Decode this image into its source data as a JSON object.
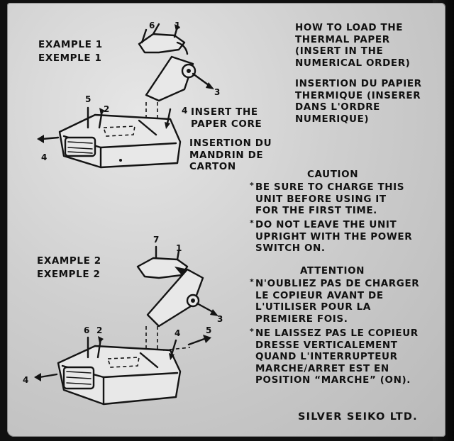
{
  "example1": {
    "label_en": "EXAMPLE 1",
    "label_fr": "EXEMPLE 1"
  },
  "example2": {
    "label_en": "EXAMPLE 2",
    "label_fr": "EXEMPLE 2"
  },
  "howto_en": [
    "HOW TO LOAD THE",
    "THERMAL PAPER",
    "(INSERT IN THE",
    "NUMERICAL ORDER)"
  ],
  "howto_fr": [
    "INSERTION DU PAPIER",
    "THERMIQUE (INSERER",
    "DANS L'ORDRE",
    "NUMERIQUE)"
  ],
  "core_en": [
    "INSERT THE",
    "PAPER CORE"
  ],
  "core_fr": [
    "INSERTION DU",
    "MANDRIN DE",
    "CARTON"
  ],
  "caution": {
    "title": "CAUTION",
    "item1": [
      "BE SURE TO CHARGE THIS",
      "UNIT BEFORE USING IT",
      "FOR THE FIRST TIME."
    ],
    "item2": [
      "DO NOT LEAVE THE UNIT",
      "UPRIGHT WITH THE POWER",
      "SWITCH ON."
    ]
  },
  "attention": {
    "title": "ATTENTION",
    "item1": [
      "N'OUBLIEZ PAS DE CHARGER",
      "LE COPIEUR AVANT DE",
      "L'UTILISER POUR LA",
      "PREMIERE FOIS."
    ],
    "item2": [
      "NE LAISSEZ PAS LE COPIEUR",
      "DRESSE VERTICALEMENT",
      "QUAND L'INTERRUPTEUR",
      "MARCHE/ARRET EST EN",
      "POSITION “MARCHE” (ON)."
    ]
  },
  "brand": "SILVER SEIKO LTD.",
  "diagram1_steps": {
    "s1": "1",
    "s2": "2",
    "s3": "3",
    "s4a": "4",
    "s4b": "4",
    "s5": "5",
    "s6": "6"
  },
  "diagram2_steps": {
    "s1": "1",
    "s2": "2",
    "s3": "3",
    "s4a": "4",
    "s4b": "4",
    "s5": "5",
    "s6": "6",
    "s7": "7"
  }
}
